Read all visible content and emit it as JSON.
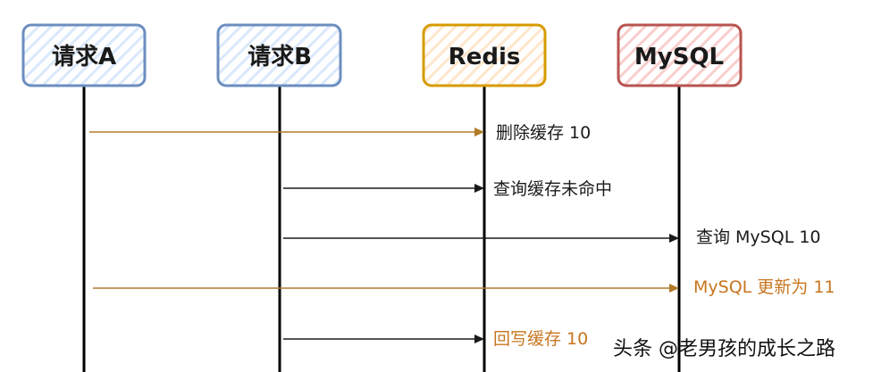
{
  "participants": [
    {
      "id": "reqA",
      "label": "请求A",
      "stroke": "#6c8ebf",
      "fill": "#dae8fc"
    },
    {
      "id": "reqB",
      "label": "请求B",
      "stroke": "#6c8ebf",
      "fill": "#dae8fc"
    },
    {
      "id": "redis",
      "label": "Redis",
      "stroke": "#d79b00",
      "fill": "#ffe6cc"
    },
    {
      "id": "mysql",
      "label": "MySQL",
      "stroke": "#b85450",
      "fill": "#f8cecc"
    }
  ],
  "messages": [
    {
      "from": "reqA",
      "to": "redis",
      "text": "删除缓存 10",
      "line_color": "#b07a2a",
      "text_color": "#1a1a1a"
    },
    {
      "from": "reqB",
      "to": "redis",
      "text": "查询缓存未命中",
      "line_color": "#1a1a1a",
      "text_color": "#1a1a1a"
    },
    {
      "from": "reqB",
      "to": "mysql",
      "text": "查询 MySQL 10",
      "line_color": "#1a1a1a",
      "text_color": "#1a1a1a"
    },
    {
      "from": "reqA",
      "to": "mysql",
      "text": "MySQL 更新为 11",
      "line_color": "#b07a2a",
      "text_color": "#c8751f"
    },
    {
      "from": "reqB",
      "to": "redis",
      "text": "回写缓存 10",
      "line_color": "#1a1a1a",
      "text_color": "#c8751f"
    }
  ],
  "watermark": {
    "text": "头条 @老男孩的成长之路"
  },
  "colors": {
    "lifeline": "#000000"
  }
}
